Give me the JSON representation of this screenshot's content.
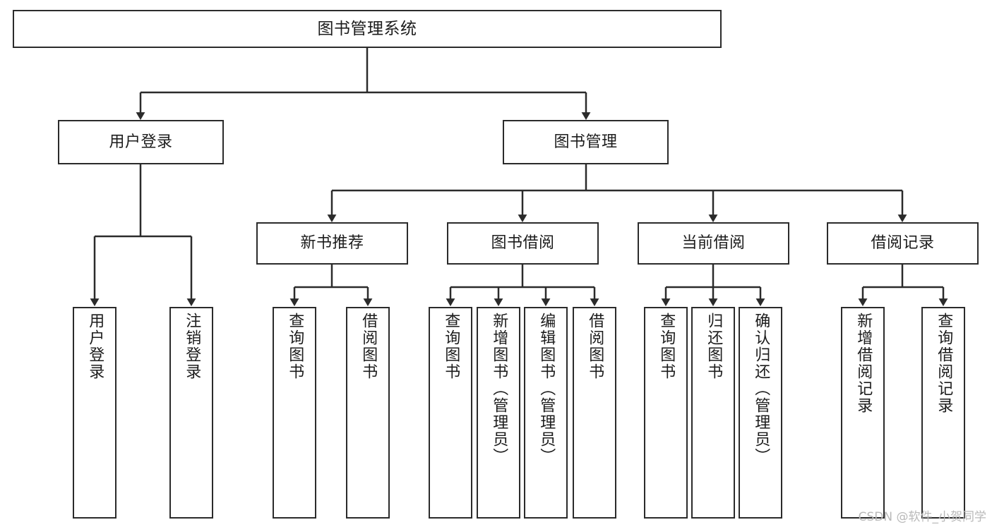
{
  "diagram": {
    "title": "图书管理系统",
    "type": "tree-hierarchy-chart",
    "orientation": "top-down",
    "colors": {
      "stroke": "#2b2b2b",
      "fill": "#ffffff",
      "text": "#1c1c1c",
      "watermark": "#b9b9b9"
    },
    "nodes": {
      "root": {
        "label": "图书管理系统"
      },
      "level2": [
        {
          "id": "user-login",
          "label": "用户登录"
        },
        {
          "id": "book-management",
          "label": "图书管理"
        }
      ],
      "level3": [
        {
          "id": "new-book-recommend",
          "label": "新书推荐"
        },
        {
          "id": "book-borrow",
          "label": "图书借阅"
        },
        {
          "id": "current-borrow",
          "label": "当前借阅"
        },
        {
          "id": "borrow-record",
          "label": "借阅记录"
        }
      ],
      "leaves": {
        "user-login": [
          {
            "id": "leaf-user-login",
            "label": "用户登录"
          },
          {
            "id": "leaf-logout-login",
            "label": "注销登录"
          }
        ],
        "new-book-recommend": [
          {
            "id": "leaf-query-book-1",
            "label": "查询图书"
          },
          {
            "id": "leaf-borrow-book-1",
            "label": "借阅图书"
          }
        ],
        "book-borrow": [
          {
            "id": "leaf-query-book-2",
            "label": "查询图书"
          },
          {
            "id": "leaf-add-book",
            "label": "新增图书（管理员）"
          },
          {
            "id": "leaf-edit-book",
            "label": "编辑图书（管理员）"
          },
          {
            "id": "leaf-borrow-book-2",
            "label": "借阅图书"
          }
        ],
        "current-borrow": [
          {
            "id": "leaf-query-book-3",
            "label": "查询图书"
          },
          {
            "id": "leaf-return-book",
            "label": "归还图书"
          },
          {
            "id": "leaf-confirm-return",
            "label": "确认归还（管理员）"
          }
        ],
        "borrow-record": [
          {
            "id": "leaf-add-record",
            "label": "新增借阅记录"
          },
          {
            "id": "leaf-query-record",
            "label": "查询借阅记录"
          }
        ]
      }
    }
  },
  "watermark": {
    "text": "CSDN @软件_小贺同学"
  }
}
